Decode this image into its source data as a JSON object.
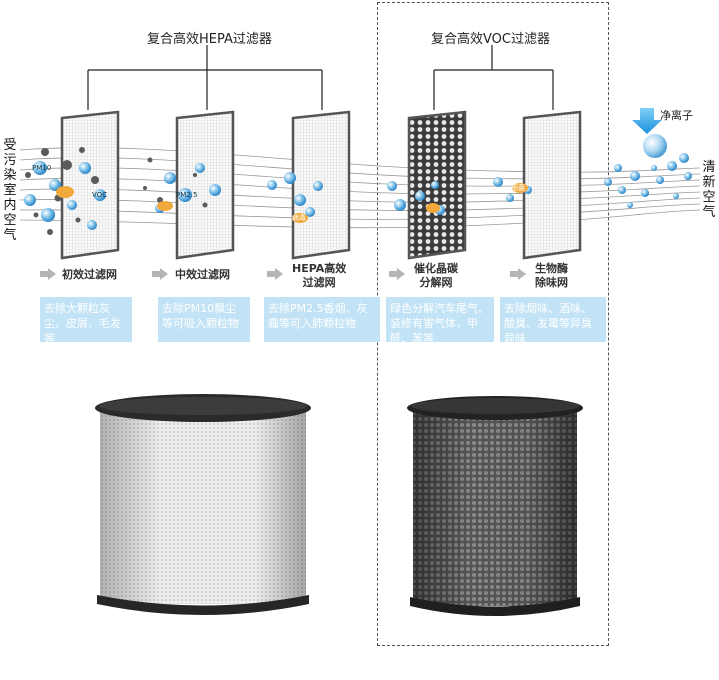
{
  "groups": {
    "hepa_title": "复合高效HEPA过滤器",
    "voc_title": "复合高效VOC过滤器"
  },
  "side": {
    "left_label": "受污染室内空气",
    "right_label": "清新空气",
    "ion_label": "净离子"
  },
  "particle_labels": [
    "PM10",
    "VOC",
    "PM2.5",
    "病毒",
    "细菌"
  ],
  "stages": [
    {
      "name_line1": "初效过滤网",
      "name_line2": "",
      "desc": "去除大颗粒灰尘、皮屑、毛发等"
    },
    {
      "name_line1": "中效过滤网",
      "name_line2": "",
      "desc": "去除PM10飘尘等可吸入颗粒物"
    },
    {
      "name_line1": "HEPA高效",
      "name_line2": "过滤网",
      "desc": "去除PM2.5香烟、灰霾等可入肺颗粒物"
    },
    {
      "name_line1": "催化晶碳",
      "name_line2": "分解网",
      "desc": "绿色分解汽车尾气、装修有害气体，甲醛、苯等"
    },
    {
      "name_line1": "生物酶",
      "name_line2": "除味网",
      "desc": "去除烟味、酒味、酸臭、发霉等异臭异味"
    }
  ],
  "colors": {
    "accent_blue": "#c2e3f6",
    "bubble_blue": "#4aa3df",
    "virus_orange": "#f2a93b",
    "arrow_grey": "#b5b5b5"
  }
}
